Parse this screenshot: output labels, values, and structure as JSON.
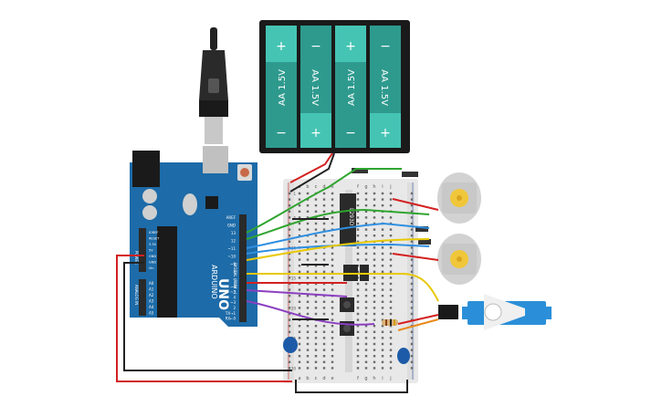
{
  "battery_pack": {
    "cells": [
      {
        "label": "AA 1.5V",
        "top_sign": "+",
        "bottom_sign": "−"
      },
      {
        "label": "AA 1.5V",
        "top_sign": "−",
        "bottom_sign": "+"
      },
      {
        "label": "AA 1.5V",
        "top_sign": "+",
        "bottom_sign": "−"
      },
      {
        "label": "AA 1.5V",
        "top_sign": "−",
        "bottom_sign": "+"
      }
    ],
    "colors": {
      "case": "#1a1a1a",
      "cell": "#2e9a8e",
      "cap": "#45c4b4"
    }
  },
  "arduino": {
    "brand": "ARDUINO",
    "model": "UNO",
    "digital_header": "DIGITAL (PWM ~)",
    "power_header": "POWER",
    "analog_header": "ANALOG IN",
    "top_pins": [
      "AREF",
      "GND",
      "13",
      "12",
      "~11",
      "~10",
      "~9",
      "8"
    ],
    "mid_pins": [
      "7",
      "~6",
      "~5",
      "4",
      "~3",
      "2",
      "TX→1",
      "RX←0"
    ],
    "power_pins": [
      "IOREF",
      "RESET",
      "3.3V",
      "5V",
      "GND",
      "GND",
      "Vin"
    ],
    "analog_pins": [
      "A0",
      "A1",
      "A2",
      "A3",
      "A4",
      "A5"
    ],
    "colors": {
      "board": "#1d6ba8",
      "header": "#2a2a2a"
    }
  },
  "breadboard": {
    "col_labels_top": [
      "a",
      "b",
      "c",
      "d",
      "e",
      "f",
      "g",
      "h",
      "i",
      "j"
    ],
    "col_labels_bottom": [
      "a",
      "b",
      "c",
      "d",
      "e",
      "f",
      "g",
      "h",
      "i",
      "j"
    ],
    "row_numbers": [
      "1",
      "5",
      "10",
      "15",
      "20",
      "25",
      "30"
    ]
  },
  "chip": {
    "label": "L293D"
  },
  "components": {
    "motor_count": 2,
    "servo": "servo",
    "buttons": 2,
    "capacitors": 2,
    "resistor": 1
  },
  "wire_colors": {
    "red": "#d42020",
    "black": "#222222",
    "green": "#2fa52f",
    "blue": "#2f8fe0",
    "yellow": "#e8c800",
    "purple": "#8b3fc0",
    "orange": "#e88a1a",
    "gray": "#888888"
  }
}
